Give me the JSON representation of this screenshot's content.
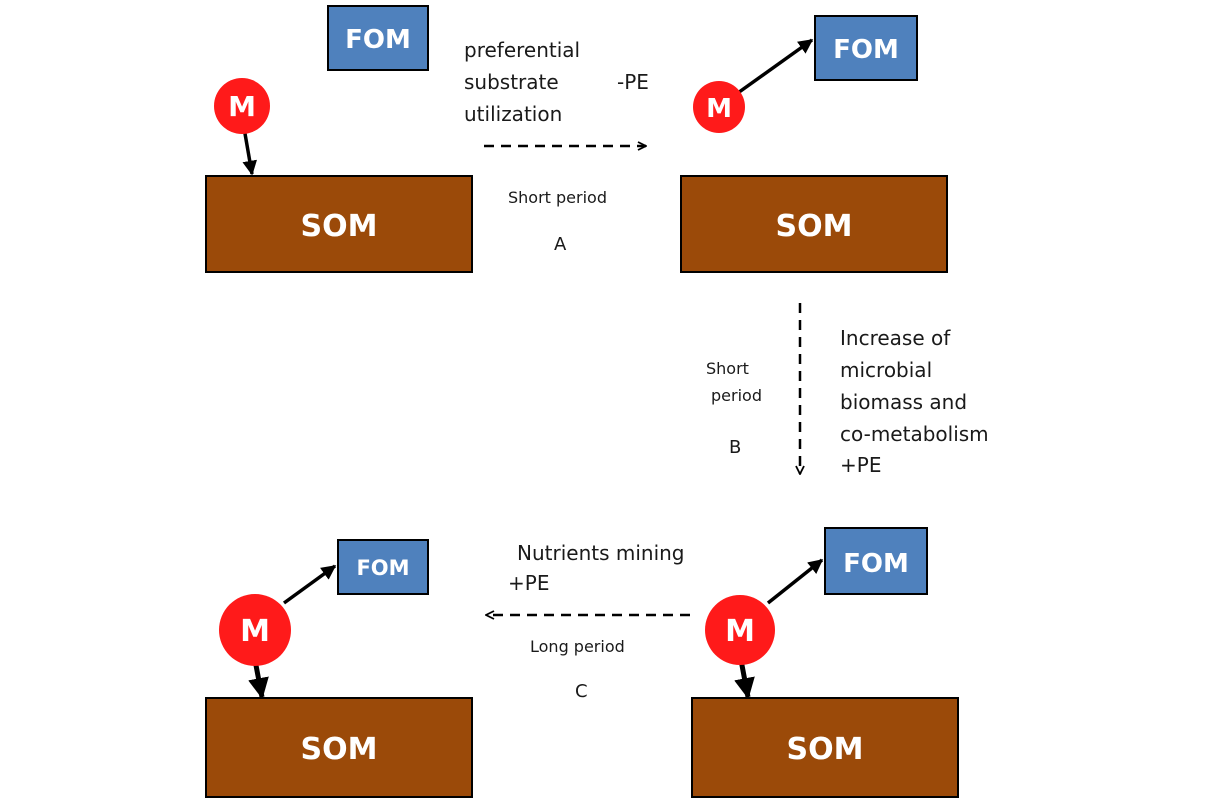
{
  "colors": {
    "som_fill": "#9b4a09",
    "fom_fill": "#4f81bd",
    "microbe_fill": "#ff1a1a",
    "outline": "#000000",
    "arrow": "#000000",
    "text": "#1a1a1a"
  },
  "labels": {
    "som": "SOM",
    "fom": "FOM",
    "microbe": "M"
  },
  "transitions": {
    "A": {
      "mechanism_lines": [
        "preferential",
        "substrate",
        "utilization"
      ],
      "effect": "-PE",
      "duration": "Short period",
      "letter": "A"
    },
    "B": {
      "mechanism_lines": [
        "Increase of",
        "microbial",
        "biomass and",
        "co-metabolism",
        "+PE"
      ],
      "duration_lines": [
        "Short",
        "period"
      ],
      "letter": "B"
    },
    "C": {
      "mechanism_lines": [
        "Nutrients mining",
        "+PE"
      ],
      "duration": "Long period",
      "letter": "C"
    }
  }
}
